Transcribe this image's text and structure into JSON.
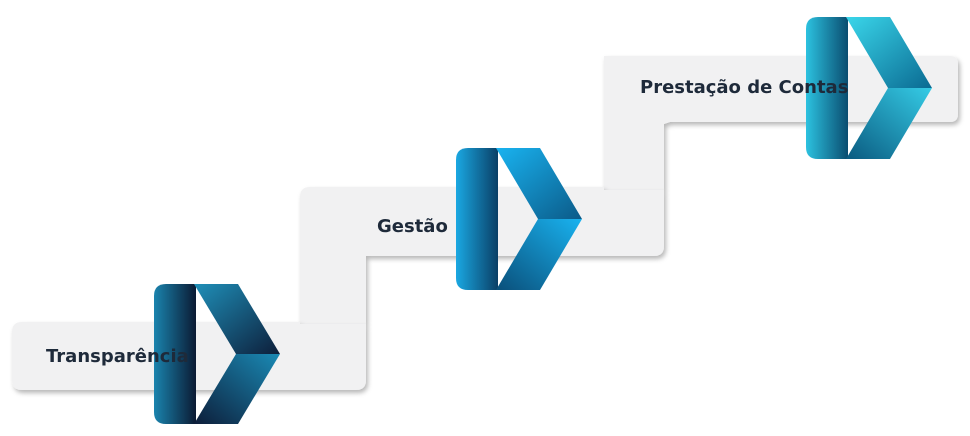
{
  "steps": [
    {
      "label": "Transparência"
    },
    {
      "label": "Gestão"
    },
    {
      "label": "Prestação de Contas"
    }
  ],
  "colors": {
    "step_fill": "#f1f1f2",
    "label_text": "#1e2a3a",
    "step1_light": "#1f8fb8",
    "step1_dark": "#0d1e3a",
    "step2_light": "#19b3f0",
    "step2_dark": "#0a4f7a",
    "step3_light": "#3ad6ea",
    "step3_dark": "#0a5a80"
  }
}
